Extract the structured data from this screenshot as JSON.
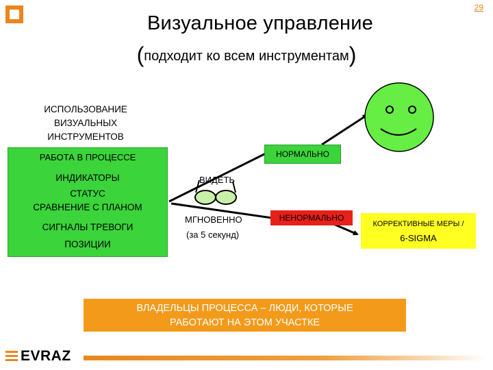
{
  "page_number": "29",
  "title": "Визуальное управление",
  "subtitle": "подходит ко всем инструментам",
  "left_caption": [
    "ИСПОЛЬЗОВАНИЕ",
    "ВИЗУАЛЬНЫХ",
    "ИНСТРУМЕНТОВ"
  ],
  "green_box": {
    "header": "РАБОТА В ПРОЦЕССЕ",
    "items": [
      "ИНДИКАТОРЫ",
      "СТАТУС",
      "СРАВНЕНИЕ С ПЛАНОМ",
      "СИГНАЛЫ ТРЕВОГИ",
      "ПОЗИЦИИ"
    ]
  },
  "see_label": "ВИДЕТЬ",
  "instant_label": "МГНОВЕННО",
  "seconds_label": "(за 5 секунд)",
  "normal_label": "НОРМАЛЬНО",
  "abnormal_label": "НЕНОРМАЛЬНО",
  "corrective": {
    "line1": "КОРРЕКТИВНЫЕ МЕРЫ /",
    "line2": "6-SIGMA"
  },
  "owners": [
    "ВЛАДЕЛЬЦЫ ПРОЦЕССА – ЛЮДИ, КОТОРЫЕ",
    "РАБОТАЮТ НА ЭТОМ УЧАСТКЕ"
  ],
  "logo_text": "EVRAZ",
  "colors": {
    "accent_orange": "#e9871c",
    "green": "#3bd43b",
    "red": "#e8201a",
    "yellow": "#ffff22",
    "smiley": "#66ee44"
  }
}
